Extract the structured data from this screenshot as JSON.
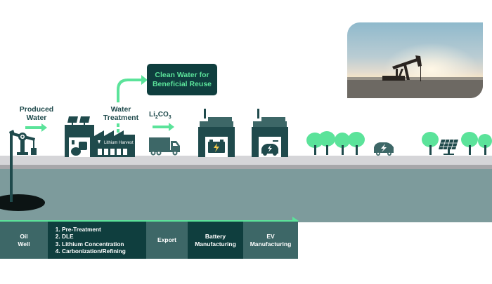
{
  "labels": {
    "produced_water": [
      "Produced",
      "Water"
    ],
    "water_treatment": [
      "Water",
      "Treatment"
    ],
    "clean_water": [
      "Clean Water for",
      "Beneficial Reuse"
    ],
    "li2co3": {
      "base": "Li",
      "sub1": "2",
      "mid": "CO",
      "sub2": "3"
    },
    "factory_brand": "Lithium Harvest"
  },
  "timeline": {
    "cells": [
      {
        "lines": [
          "Oil",
          "Well"
        ]
      },
      {
        "steps": [
          "Pre-Treatment",
          "DLE",
          "Lithium Concentration",
          "Carbonization/Refining"
        ]
      },
      {
        "lines": [
          "Export"
        ]
      },
      {
        "lines": [
          "Battery",
          "Manufacturing"
        ]
      },
      {
        "lines": [
          "EV",
          "Manufacturing"
        ]
      }
    ]
  },
  "colors": {
    "accent_green": "#5be39a",
    "dark_teal": "#0f3e3e",
    "mid_teal": "#3d6767",
    "icon_teal": "#1f4a4c",
    "ground_deep": "#7d9b9c"
  },
  "photo": {
    "subject": "oil-pumpjack-sunset-photo"
  }
}
